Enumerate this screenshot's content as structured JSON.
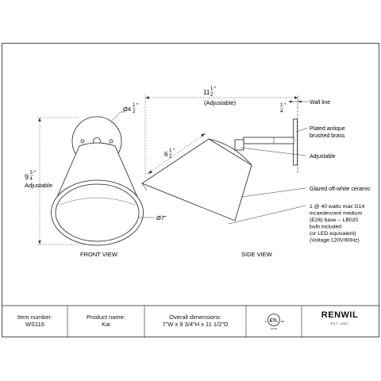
{
  "views": {
    "front_label": "FRONT VIEW",
    "side_label": "SIDE VIEW"
  },
  "front": {
    "height_whole": "9",
    "height_num": "3",
    "height_den": "4",
    "height_suffix": "\"",
    "height_note": "Adjustable",
    "canopy_prefix": "Ø4",
    "canopy_num": "1",
    "canopy_den": "2",
    "canopy_suffix": "\"",
    "shade_dia": "Ø7\""
  },
  "side": {
    "depth_whole": "11",
    "depth_num": "1",
    "depth_den": "2",
    "depth_suffix": "\"",
    "depth_note": "(Adjustable)",
    "shade_whole": "6",
    "shade_num": "1",
    "shade_den": "2",
    "shade_suffix": "\"",
    "plate_num": "1",
    "plate_den": "4",
    "plate_suffix": "\""
  },
  "callouts": {
    "wall_line": "Wall line",
    "finish_line1": "Plated antique",
    "finish_line2": "brushed brass",
    "adjustable": "Adjustable",
    "shade_material": "Glazed off-white ceramic",
    "bulb_lines": [
      "1 @ 40 watts max G14",
      "incandescent medium",
      "(E26) base -- LB020",
      "bulb included",
      "(or LED equivalent)",
      "(Voltage:120V/60Hz)"
    ]
  },
  "title_block": {
    "item_label": "Item number:",
    "item_value": "WS116",
    "product_label": "Product name:",
    "product_value": "Kai",
    "dims_label": "Overall dimensions:",
    "dims_value": "7\"W x 9 3/4\"H x 11 1/2\"D",
    "cert_mark": "ETL",
    "cert_sub_left": "c",
    "cert_sub_right": "us",
    "cert_note": "Intertek",
    "brand": "RENWIL",
    "brand_sub": "EST. 1967"
  }
}
